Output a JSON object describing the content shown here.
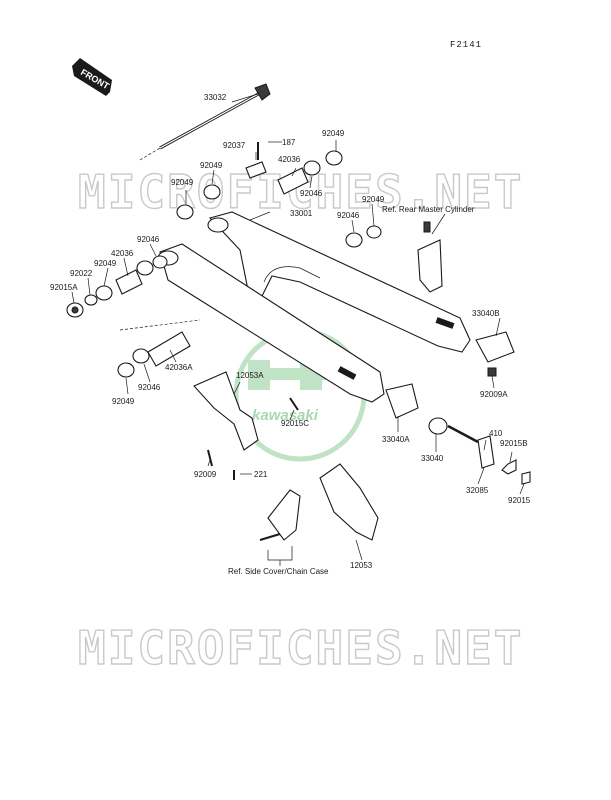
{
  "figure_code": "F2141",
  "front_label": "FRONT",
  "watermark": "MICROFICHES.NET",
  "logo_text": "kawasaki",
  "refs": {
    "rear_master_cylinder": "Ref. Rear Master Cylinder",
    "side_cover_chain_case": "Ref. Side Cover/Chain Case"
  },
  "parts": [
    {
      "id": "33032"
    },
    {
      "id": "92037"
    },
    {
      "id": "187"
    },
    {
      "id": "92049"
    },
    {
      "id": "42036"
    },
    {
      "id": "92046"
    },
    {
      "id": "33001"
    },
    {
      "id": "92015A"
    },
    {
      "id": "92022"
    },
    {
      "id": "42036A"
    },
    {
      "id": "12053A"
    },
    {
      "id": "92015C"
    },
    {
      "id": "92009"
    },
    {
      "id": "221"
    },
    {
      "id": "12053"
    },
    {
      "id": "33040B"
    },
    {
      "id": "92009A"
    },
    {
      "id": "33040A"
    },
    {
      "id": "33040"
    },
    {
      "id": "410"
    },
    {
      "id": "92015B"
    },
    {
      "id": "32085"
    },
    {
      "id": "92015"
    }
  ]
}
